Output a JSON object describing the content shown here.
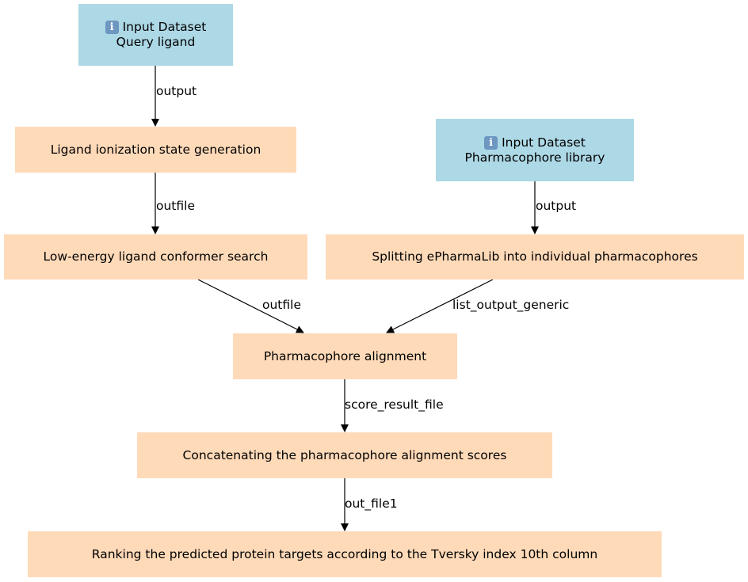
{
  "diagram": {
    "nodes": {
      "query_ligand": {
        "kind": "input",
        "icon": "info-icon",
        "line1": "Input Dataset",
        "line2": "Query ligand",
        "fill": "#add8e6"
      },
      "pharmacophore_library": {
        "kind": "input",
        "icon": "info-icon",
        "line1": "Input Dataset",
        "line2": "Pharmacophore library",
        "fill": "#add8e6"
      },
      "ionization": {
        "kind": "tool",
        "label": "Ligand ionization state generation",
        "fill": "#ffdab9"
      },
      "conformer": {
        "kind": "tool",
        "label": "Low-energy ligand conformer search",
        "fill": "#ffdab9"
      },
      "splitting": {
        "kind": "tool",
        "label": "Splitting ePharmaLib into individual pharmacophores",
        "fill": "#ffdab9"
      },
      "alignment": {
        "kind": "tool",
        "label": "Pharmacophore alignment",
        "fill": "#ffdab9"
      },
      "concatenating": {
        "kind": "tool",
        "label": "Concatenating the pharmacophore alignment scores",
        "fill": "#ffdab9"
      },
      "ranking": {
        "kind": "tool",
        "label": "Ranking the predicted protein targets according to the Tversky index 10th column",
        "fill": "#ffdab9"
      }
    },
    "edges": [
      {
        "from": "query_ligand",
        "to": "ionization",
        "label": "output"
      },
      {
        "from": "ionization",
        "to": "conformer",
        "label": "outfile"
      },
      {
        "from": "pharmacophore_library",
        "to": "splitting",
        "label": "output"
      },
      {
        "from": "conformer",
        "to": "alignment",
        "label": "outfile"
      },
      {
        "from": "splitting",
        "to": "alignment",
        "label": "list_output_generic"
      },
      {
        "from": "alignment",
        "to": "concatenating",
        "label": "score_result_file"
      },
      {
        "from": "concatenating",
        "to": "ranking",
        "label": "out_file1"
      }
    ]
  }
}
